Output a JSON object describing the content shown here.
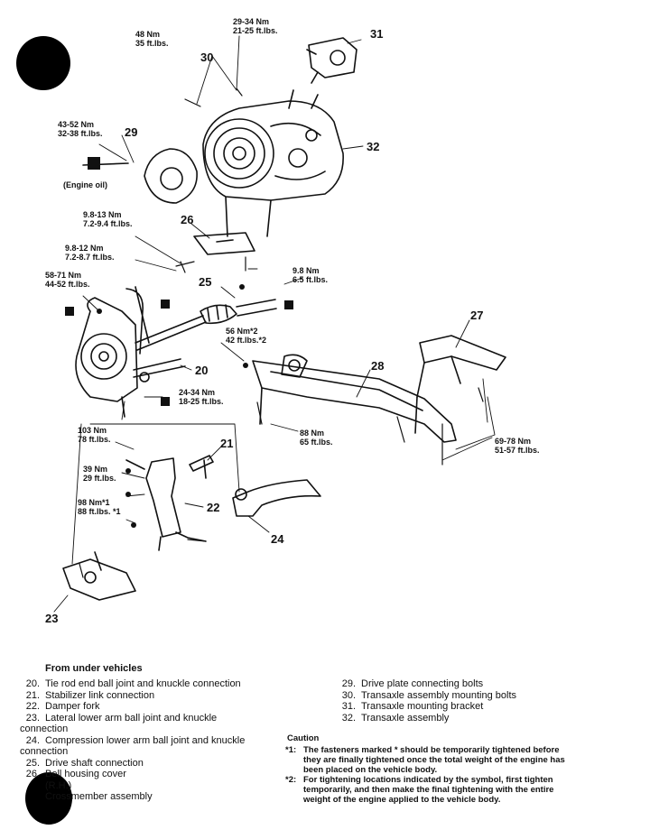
{
  "torque_specs": {
    "t30a": [
      "48 Nm",
      "35 ft.lbs."
    ],
    "t30b": [
      "29-34 Nm",
      "21-25 ft.lbs."
    ],
    "t29": [
      "43-52 Nm",
      "32-38 ft.lbs."
    ],
    "t26a": [
      "9.8-13 Nm",
      "7.2-9.4 ft.lbs."
    ],
    "t26b": [
      "9.8-12 Nm",
      "7.2-8.7 ft.lbs."
    ],
    "t_knuckle": [
      "58-71 Nm",
      "44-52 ft.lbs."
    ],
    "t_bracket": [
      "9.8 Nm",
      "6.5 ft.lbs."
    ],
    "t_cross": [
      "56 Nm*2",
      "42 ft.lbs.*2"
    ],
    "t20": [
      "24-34 Nm",
      "18-25 ft.lbs."
    ],
    "t_lower": [
      "103 Nm",
      "78 ft.lbs."
    ],
    "t21": [
      "39 Nm",
      "29 ft.lbs."
    ],
    "t22": [
      "98 Nm*1",
      "88 ft.lbs. *1"
    ],
    "t_mid": [
      "88 Nm",
      "65 ft.lbs."
    ],
    "t27": [
      "69-78 Nm",
      "51-57 ft.lbs."
    ]
  },
  "engine_oil_note": "(Engine oil)",
  "callouts": [
    "20",
    "21",
    "22",
    "23",
    "24",
    "25",
    "26",
    "27",
    "28",
    "29",
    "30",
    "31",
    "32"
  ],
  "legend": {
    "heading": "From under vehicles",
    "left": [
      {
        "num": "20.",
        "text": "Tie rod end ball joint and knuckle connection"
      },
      {
        "num": "21.",
        "text": "Stabilizer link connection"
      },
      {
        "num": "22.",
        "text": "Damper fork"
      },
      {
        "num": "23.",
        "text": "Lateral lower arm ball joint and knuckle connection"
      },
      {
        "num": "24.",
        "text": "Compression lower arm ball joint and knuckle connection"
      },
      {
        "num": "25.",
        "text": "Drive shaft connection"
      },
      {
        "num": "26.",
        "text": "Bell housing cover"
      },
      {
        "num": "",
        "text": "(R.H.)"
      },
      {
        "num": "",
        "text": "Crossmember assembly"
      }
    ],
    "right": [
      {
        "num": "29.",
        "text": "Drive plate connecting bolts"
      },
      {
        "num": "30.",
        "text": "Transaxle assembly mounting bolts"
      },
      {
        "num": "31.",
        "text": "Transaxle mounting bracket"
      },
      {
        "num": "32.",
        "text": "Transaxle assembly"
      }
    ]
  },
  "caution": {
    "heading": "Caution",
    "notes": [
      {
        "mark": "*1:",
        "text": "The fasteners marked * should be temporarily tightened before they are finally tightened once the total weight of the engine has been placed on the vehicle body."
      },
      {
        "mark": "*2:",
        "text": "For tightening locations indicated by the symbol, first tighten temporarily, and then make the final tightening with the entire weight of the engine applied to the vehicle body."
      }
    ]
  }
}
